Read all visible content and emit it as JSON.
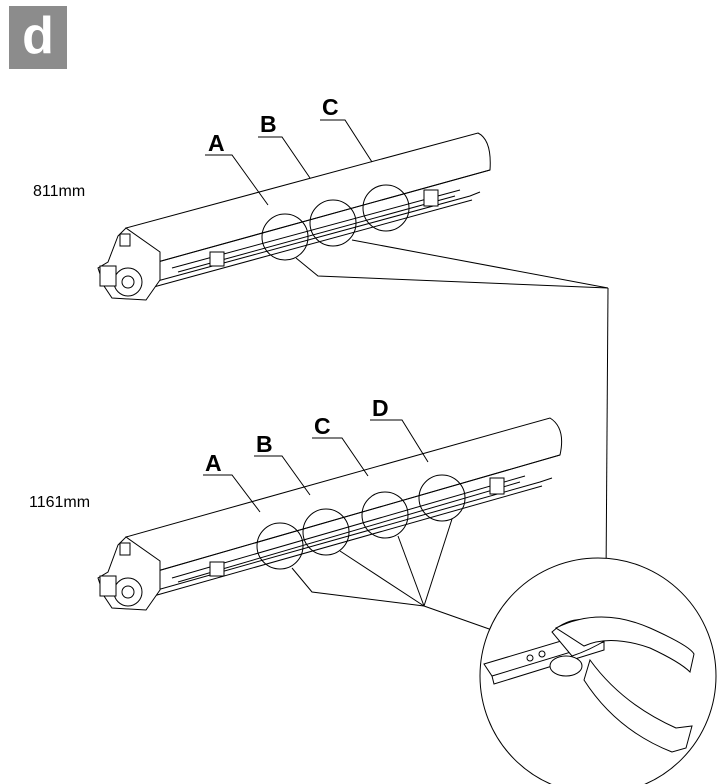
{
  "step": "d",
  "assemblies": [
    {
      "length": "811mm",
      "points": [
        "A",
        "B",
        "C"
      ]
    },
    {
      "length": "1161mm",
      "points": [
        "A",
        "B",
        "C",
        "D"
      ]
    }
  ],
  "detail_view": "clip-pliers-detail",
  "colors": {
    "badge": "#8c8c8c",
    "ink": "#000000",
    "paper": "#ffffff"
  }
}
